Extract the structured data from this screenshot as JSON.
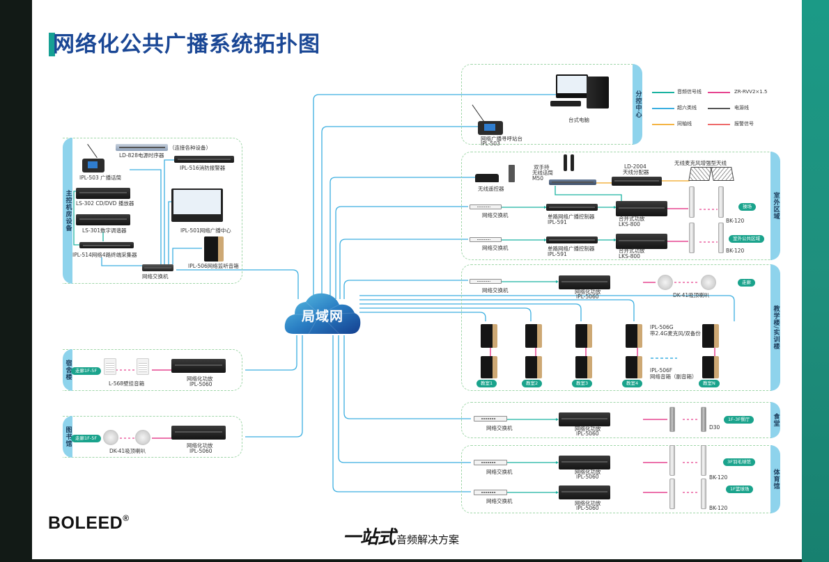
{
  "title": "网络化公共广播系统拓扑图",
  "colors": {
    "title": "#1a4795",
    "accent": "#16a094",
    "cat6_line": "#3aaee0",
    "audio_line": "#19b2a0",
    "speaker_line": "#e6438f",
    "coax_line": "#f4b443",
    "alarm_line": "#ee6a6a",
    "power_line": "#555555",
    "panel_dash": "#9fd6a8",
    "tab": "#8ed3ec",
    "pill": "#1aa38c"
  },
  "cloud": {
    "label": "局域网"
  },
  "legend": {
    "items": [
      {
        "label": "音频信号线",
        "color": "#19b2a0"
      },
      {
        "label": "ZR-RVV2×1.5",
        "color": "#e6438f"
      },
      {
        "label": "超六类线",
        "color": "#3aaee0"
      },
      {
        "label": "电源线",
        "color": "#555555"
      },
      {
        "label": "同轴线",
        "color": "#f4b443"
      },
      {
        "label": "报警信号",
        "color": "#ee6a6a"
      }
    ]
  },
  "panels": {
    "main_room": {
      "tab": "主控机房设备",
      "devices": {
        "power_sequencer": "LD-828电源时序器",
        "sequencer_note": "（连接各种设备）",
        "paging_mic": "IPL-503 广播话筒",
        "fire_alarm": "IPL-516消防报警器",
        "cd_player": "LS-302 CD/DVD 播放器",
        "tuner": "LS-301数字调谐器",
        "broadcast_center": "IPL-501网络广播中心",
        "audio_collector": "IPL-514网络4路终端采集器",
        "monitor_speaker": "IPL-506网络监听音箱",
        "switch": "网络交换机"
      }
    },
    "sub_control": {
      "tab": "分控中心",
      "devices": {
        "desktop": "台式电脑",
        "paging_station_line1": "网络广播寻呼站台",
        "paging_station_line2": "IPL-503"
      }
    },
    "outdoor": {
      "tab": "室外区域",
      "devices": {
        "wireless_controller": "无线遥控器",
        "wireless_mic_line1": "双手持",
        "wireless_mic_line2": "无线话筒",
        "wireless_mic_line3": "M50",
        "antenna_splitter_line1": "LD-2004",
        "antenna_splitter_line2": "天线分配器",
        "antenna": "无线麦克风增强型天线",
        "rows": [
          {
            "switch": "网络交换机",
            "controller_line1": "单路网络广播控制器",
            "controller_line2": "IPL-591",
            "amp_line1": "合并式功放",
            "amp_line2": "LKS-800",
            "zone": "操场",
            "speaker": "BK-120"
          },
          {
            "switch": "网络交换机",
            "controller_line1": "单路网络广播控制器",
            "controller_line2": "IPL-591",
            "amp_line1": "合并式功放",
            "amp_line2": "LKS-800",
            "zone": "室外公共区域",
            "speaker": "BK-120"
          }
        ]
      }
    },
    "teaching": {
      "tab": "教学楼/实训楼",
      "switch": "网络交换机",
      "amp_line1": "网络化功放",
      "amp_line2": "IPL-5060",
      "ceiling_speaker": "DK-41吸顶喇叭",
      "zone": "走廊",
      "master_speaker_line1": "IPL-506G",
      "master_speaker_line2": "带2.4G麦克风/双备份",
      "slave_speaker_line1": "IPL-506F",
      "slave_speaker_line2": "网络音箱（副音箱）",
      "classrooms": [
        "教室1",
        "教室2",
        "教室3",
        "教室4",
        "教室N"
      ]
    },
    "dormitory": {
      "tab": "宿舍楼",
      "zone": "走廊1F-5F",
      "speaker": "L-568壁挂音箱",
      "amp_line1": "网络化功放",
      "amp_line2": "IPL-5060"
    },
    "library": {
      "tab": "图书馆",
      "zone": "走廊1F-5F",
      "speaker": "DK-41吸顶喇叭",
      "amp_line1": "网络化功放",
      "amp_line2": "IPL-5060"
    },
    "canteen": {
      "tab": "食堂",
      "switch": "网络交换机",
      "amp_line1": "网络化功放",
      "amp_line2": "IPL-5060",
      "zone": "1F-3F餐厅",
      "speaker": "D30"
    },
    "gym": {
      "tab": "体育馆",
      "rows": [
        {
          "switch": "网络交换机",
          "amp_line1": "网络化功放",
          "amp_line2": "IPL-5060",
          "zone": "3F羽毛球馆",
          "speaker": "BK-120"
        },
        {
          "switch": "网络交换机",
          "amp_line1": "网络化功放",
          "amp_line2": "IPL-5060",
          "zone": "1F篮球场",
          "speaker": "BK-120"
        }
      ]
    }
  },
  "footer": {
    "brand": "BOLEED",
    "brand_mark": "®",
    "slogan_big": "一站式",
    "slogan_small": "音频解决方案"
  }
}
